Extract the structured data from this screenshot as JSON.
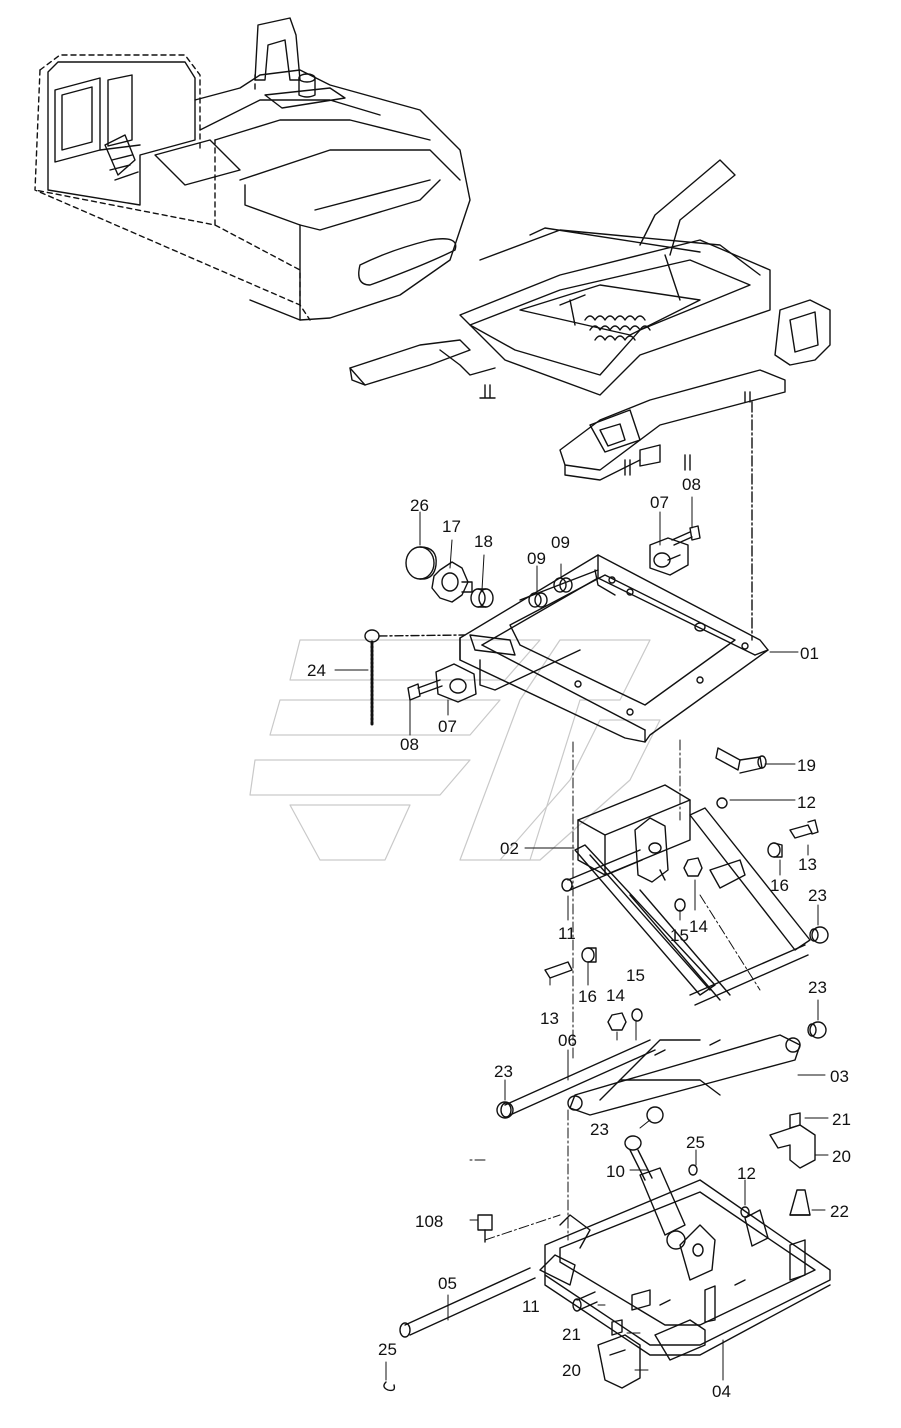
{
  "callouts": [
    {
      "id": "l-08a",
      "text": "08"
    },
    {
      "id": "l-07a",
      "text": "07"
    },
    {
      "id": "l-26",
      "text": "26"
    },
    {
      "id": "l-17",
      "text": "17"
    },
    {
      "id": "l-18",
      "text": "18"
    },
    {
      "id": "l-09a",
      "text": "09"
    },
    {
      "id": "l-09b",
      "text": "09"
    },
    {
      "id": "l-01",
      "text": "01"
    },
    {
      "id": "l-24",
      "text": "24"
    },
    {
      "id": "l-08b",
      "text": "08"
    },
    {
      "id": "l-07b",
      "text": "07"
    },
    {
      "id": "l-19",
      "text": "19"
    },
    {
      "id": "l-12a",
      "text": "12"
    },
    {
      "id": "l-02",
      "text": "02"
    },
    {
      "id": "l-13a",
      "text": "13"
    },
    {
      "id": "l-16a",
      "text": "16"
    },
    {
      "id": "l-23a",
      "text": "23"
    },
    {
      "id": "l-11a",
      "text": "11"
    },
    {
      "id": "l-15a",
      "text": "15"
    },
    {
      "id": "l-14a",
      "text": "14"
    },
    {
      "id": "l-16b",
      "text": "16"
    },
    {
      "id": "l-13b",
      "text": "13"
    },
    {
      "id": "l-14b",
      "text": "14"
    },
    {
      "id": "l-15b",
      "text": "15"
    },
    {
      "id": "l-23b",
      "text": "23"
    },
    {
      "id": "l-06",
      "text": "06"
    },
    {
      "id": "l-03",
      "text": "03"
    },
    {
      "id": "l-23c",
      "text": "23"
    },
    {
      "id": "l-23d",
      "text": "23"
    },
    {
      "id": "l-21a",
      "text": "21"
    },
    {
      "id": "l-25a",
      "text": "25"
    },
    {
      "id": "l-20a",
      "text": "20"
    },
    {
      "id": "l-10",
      "text": "10"
    },
    {
      "id": "l-12b",
      "text": "12"
    },
    {
      "id": "l-22",
      "text": "22"
    },
    {
      "id": "l-108",
      "text": "108"
    },
    {
      "id": "l-05",
      "text": "05"
    },
    {
      "id": "l-25b",
      "text": "25"
    },
    {
      "id": "l-11b",
      "text": "11"
    },
    {
      "id": "l-21b",
      "text": "21"
    },
    {
      "id": "l-20b",
      "text": "20"
    },
    {
      "id": "l-04",
      "text": "04"
    }
  ]
}
